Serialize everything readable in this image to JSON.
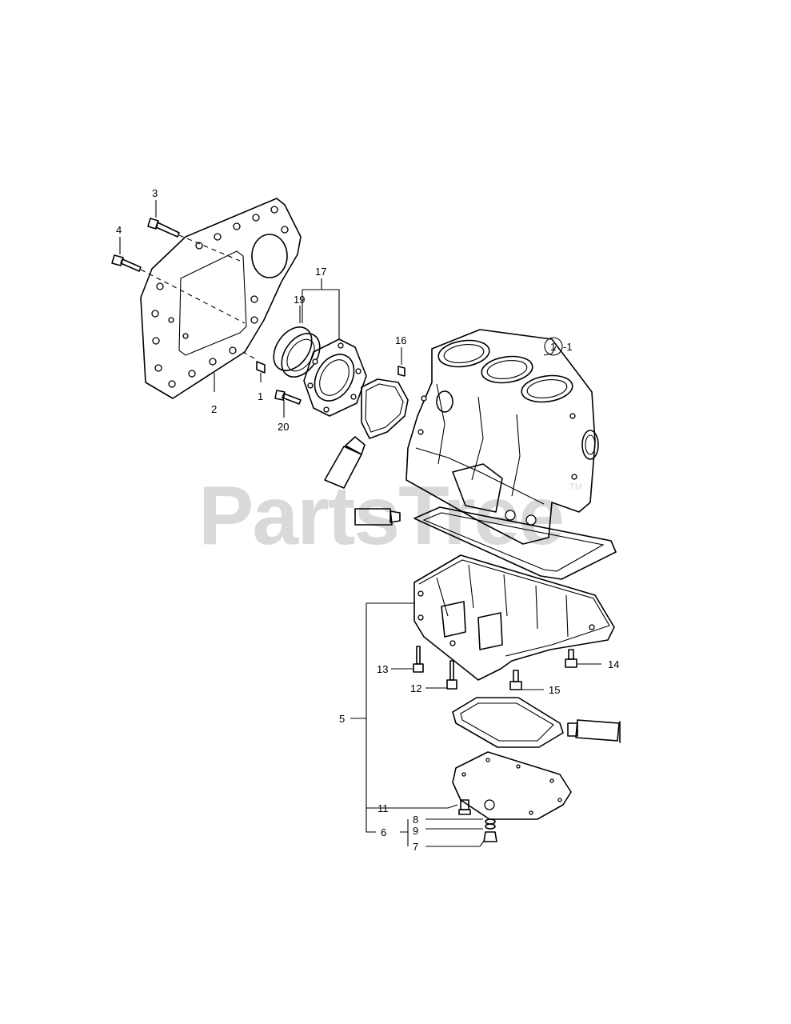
{
  "watermark": {
    "text": "PartsTree",
    "mark": "TM"
  },
  "callouts": [
    {
      "id": "c3",
      "text": "3"
    },
    {
      "id": "c4",
      "text": "4"
    },
    {
      "id": "c17",
      "text": "17"
    },
    {
      "id": "c19",
      "text": "19"
    },
    {
      "id": "c1",
      "text": "1"
    },
    {
      "id": "c2",
      "text": "2"
    },
    {
      "id": "c20",
      "text": "20"
    },
    {
      "id": "c16",
      "text": "16"
    },
    {
      "id": "c1c",
      "text": "1"
    },
    {
      "id": "c1d",
      "text": "-1"
    },
    {
      "id": "c5",
      "text": "5"
    },
    {
      "id": "c13",
      "text": "13"
    },
    {
      "id": "c12",
      "text": "12"
    },
    {
      "id": "c15",
      "text": "15"
    },
    {
      "id": "c14",
      "text": "14"
    },
    {
      "id": "c11",
      "text": "11"
    },
    {
      "id": "c8",
      "text": "8"
    },
    {
      "id": "c9",
      "text": "9"
    },
    {
      "id": "c6",
      "text": "6"
    },
    {
      "id": "c7",
      "text": "7"
    }
  ]
}
